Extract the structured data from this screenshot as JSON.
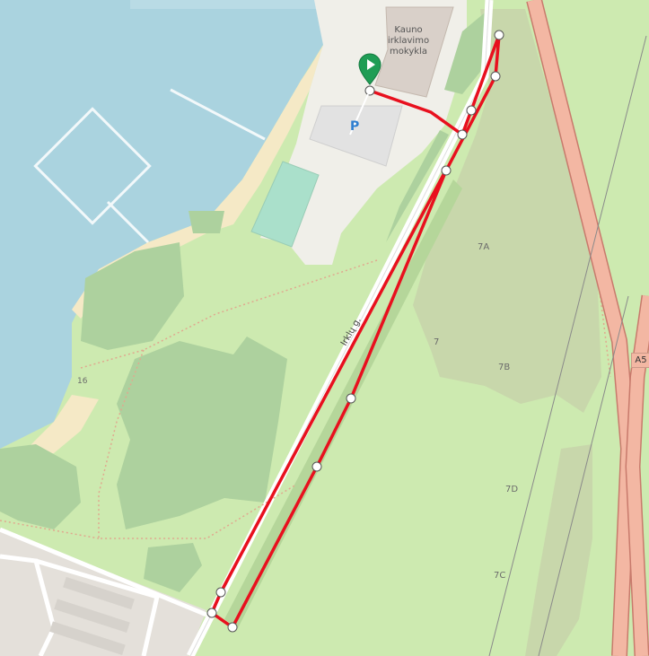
{
  "map": {
    "poi_label": "Kauno irklavimo mokykla",
    "road_label": "Irklų g.",
    "road_ref": "A5",
    "parking_symbol": "P",
    "area_labels": [
      "7A",
      "7",
      "7B",
      "7D",
      "7C",
      "16"
    ],
    "colors": {
      "water": "#aad3df",
      "grass": "#cdeab0",
      "forest": "#add19e",
      "sand": "#f5e9c6",
      "motorway": "#e892a2",
      "route": "#e8101e",
      "marker": "#1f9d55"
    },
    "icons": [
      "start-marker-icon",
      "parking-icon"
    ]
  }
}
